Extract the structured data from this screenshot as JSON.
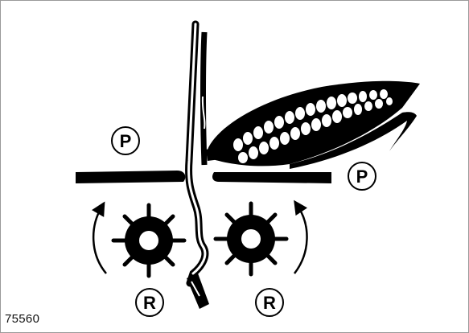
{
  "labels": {
    "plate_left": "P",
    "plate_right": "P",
    "roller_left": "R",
    "roller_right": "R"
  },
  "figure_id": "75560",
  "colors": {
    "ink": "#000000",
    "background": "#ffffff",
    "frame": "#9a9a9a"
  },
  "icons": [
    "corn-ear-icon",
    "corn-stalk-icon",
    "gathering-roller-icon",
    "rotation-arrow-icon"
  ]
}
